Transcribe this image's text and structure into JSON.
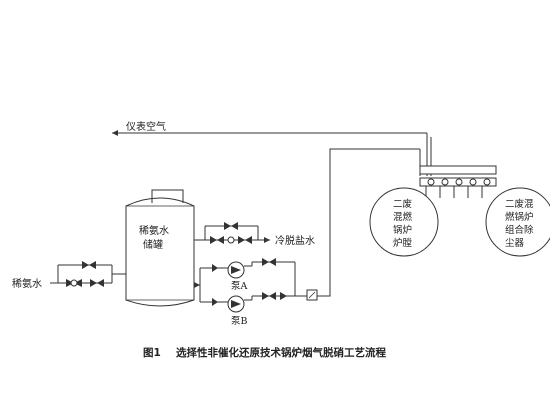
{
  "labels": {
    "instrument_air": "仪表空气",
    "dilute_ammonia": "稀氨水",
    "tank_line1": "稀氨水",
    "tank_line2": "储罐",
    "cold_desalted_water": "冷脱盐水",
    "pump_a": "泵A",
    "pump_b": "泵B"
  },
  "furnace_left": [
    "二废",
    "混燃",
    "锅炉",
    "炉膛"
  ],
  "furnace_right": [
    "二废混",
    "燃锅炉",
    "组合除",
    "尘器"
  ],
  "caption": {
    "number": "图1",
    "title": "选择性非催化还原技术锅炉烟气脱硝工艺流程"
  },
  "colors": {
    "line": "#333333",
    "background": "#ffffff"
  }
}
